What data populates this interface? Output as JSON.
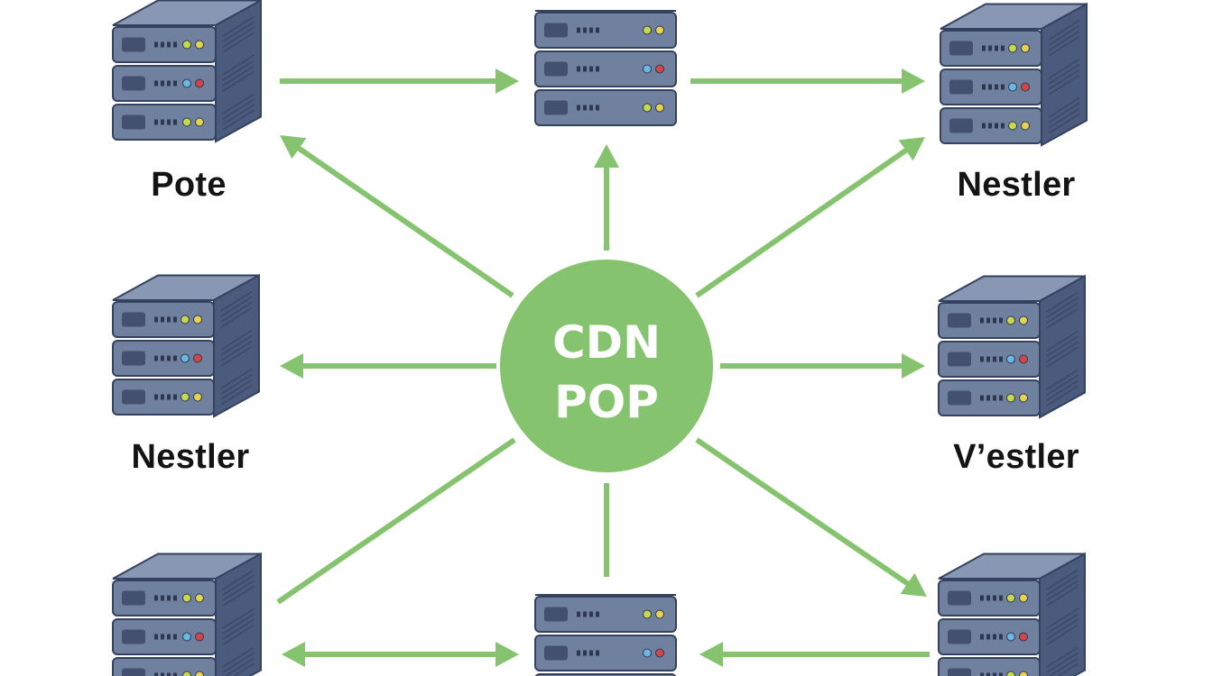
{
  "hub": {
    "line1": "CDN",
    "line2": "POP"
  },
  "labels": {
    "top_left": "Pote",
    "top_right": "Nestler",
    "middle_left": "Nestler",
    "middle_right": "V’estler"
  },
  "colors": {
    "arrow": "#86c36e",
    "hub_fill": "#86c36e",
    "server_front": "#6f819f",
    "server_side": "#4a5b7d",
    "server_top": "#8898b4",
    "server_outline": "#34425f",
    "led_green": "#c6d94a",
    "led_yellow": "#e6d24c",
    "led_red": "#d64545",
    "led_blue": "#6bb7e3"
  },
  "icons": {
    "server": "server-rack-icon",
    "hub": "cdn-pop-hub"
  }
}
